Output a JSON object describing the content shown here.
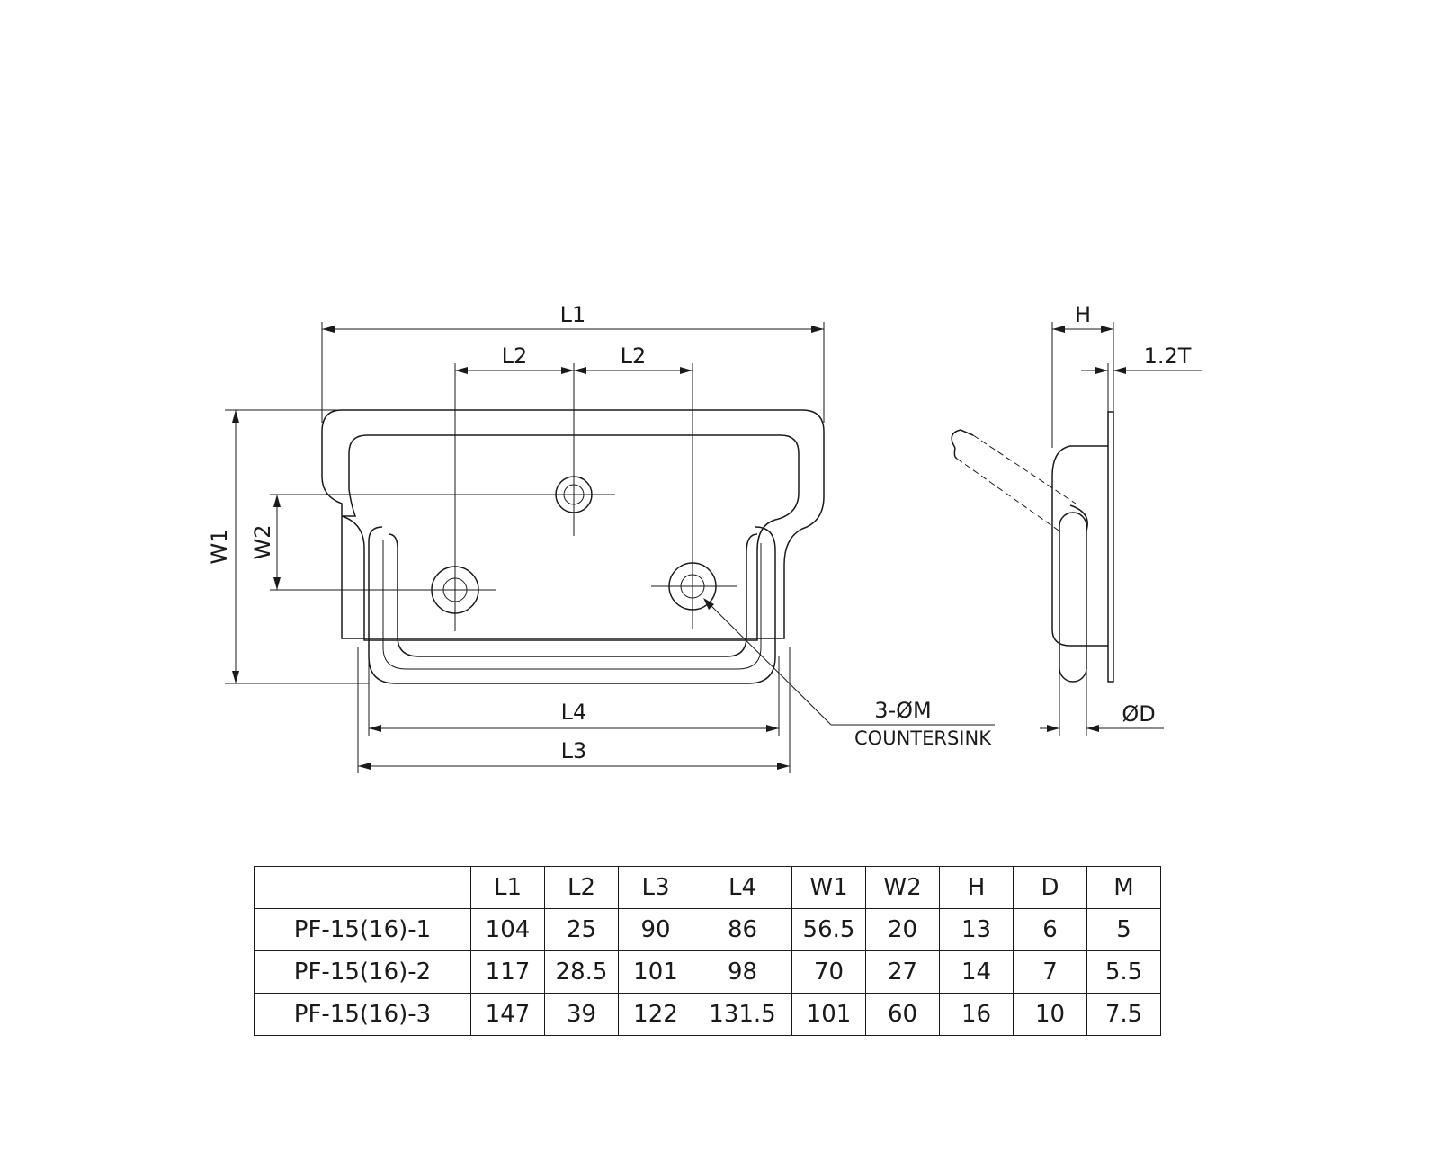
{
  "drawing": {
    "front_labels": {
      "l1": "L1",
      "l2_left": "L2",
      "l2_right": "L2",
      "l3": "L3",
      "l4": "L4",
      "w1": "W1",
      "w2": "W2",
      "holes": "3-ØM",
      "countersink": "COUNTERSINK"
    },
    "side_labels": {
      "h": "H",
      "thickness": "1.2T",
      "d": "ØD"
    }
  },
  "table": {
    "headers": [
      "",
      "L1",
      "L2",
      "L3",
      "L4",
      "W1",
      "W2",
      "H",
      "D",
      "M"
    ],
    "rows": [
      [
        "PF-15(16)-1",
        "104",
        "25",
        "90",
        "86",
        "56.5",
        "20",
        "13",
        "6",
        "5"
      ],
      [
        "PF-15(16)-2",
        "117",
        "28.5",
        "101",
        "98",
        "70",
        "27",
        "14",
        "7",
        "5.5"
      ],
      [
        "PF-15(16)-3",
        "147",
        "39",
        "122",
        "131.5",
        "101",
        "60",
        "16",
        "10",
        "7.5"
      ]
    ]
  }
}
